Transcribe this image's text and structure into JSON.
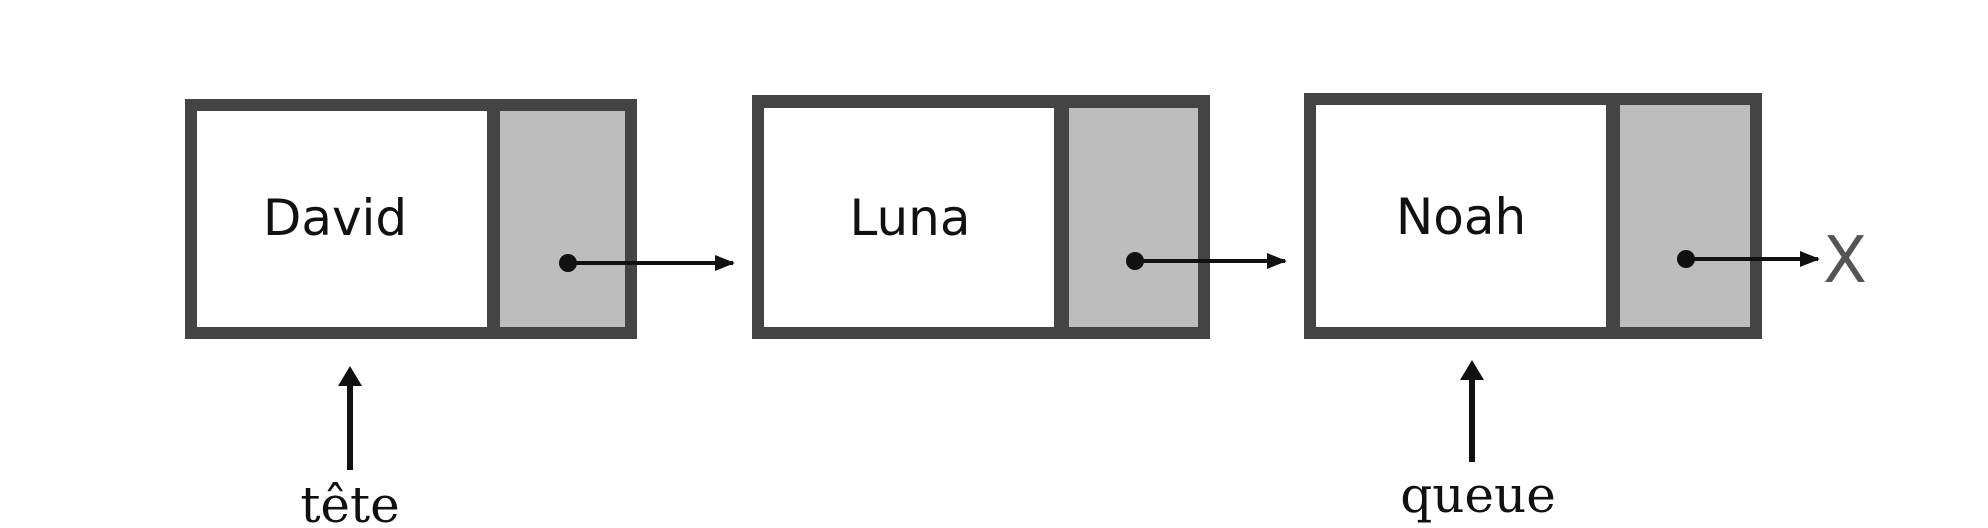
{
  "diagram": {
    "type": "linked-list",
    "nodes": [
      {
        "value": "David"
      },
      {
        "value": "Luna"
      },
      {
        "value": "Noah"
      }
    ],
    "head_label": "tête",
    "tail_label": "queue",
    "null_marker": "X"
  },
  "colors": {
    "node_border": "#444444",
    "data_field": "#ffffff",
    "pointer_field": "#bdbdbd",
    "arrow": "#111111",
    "null_marker": "#555555"
  }
}
